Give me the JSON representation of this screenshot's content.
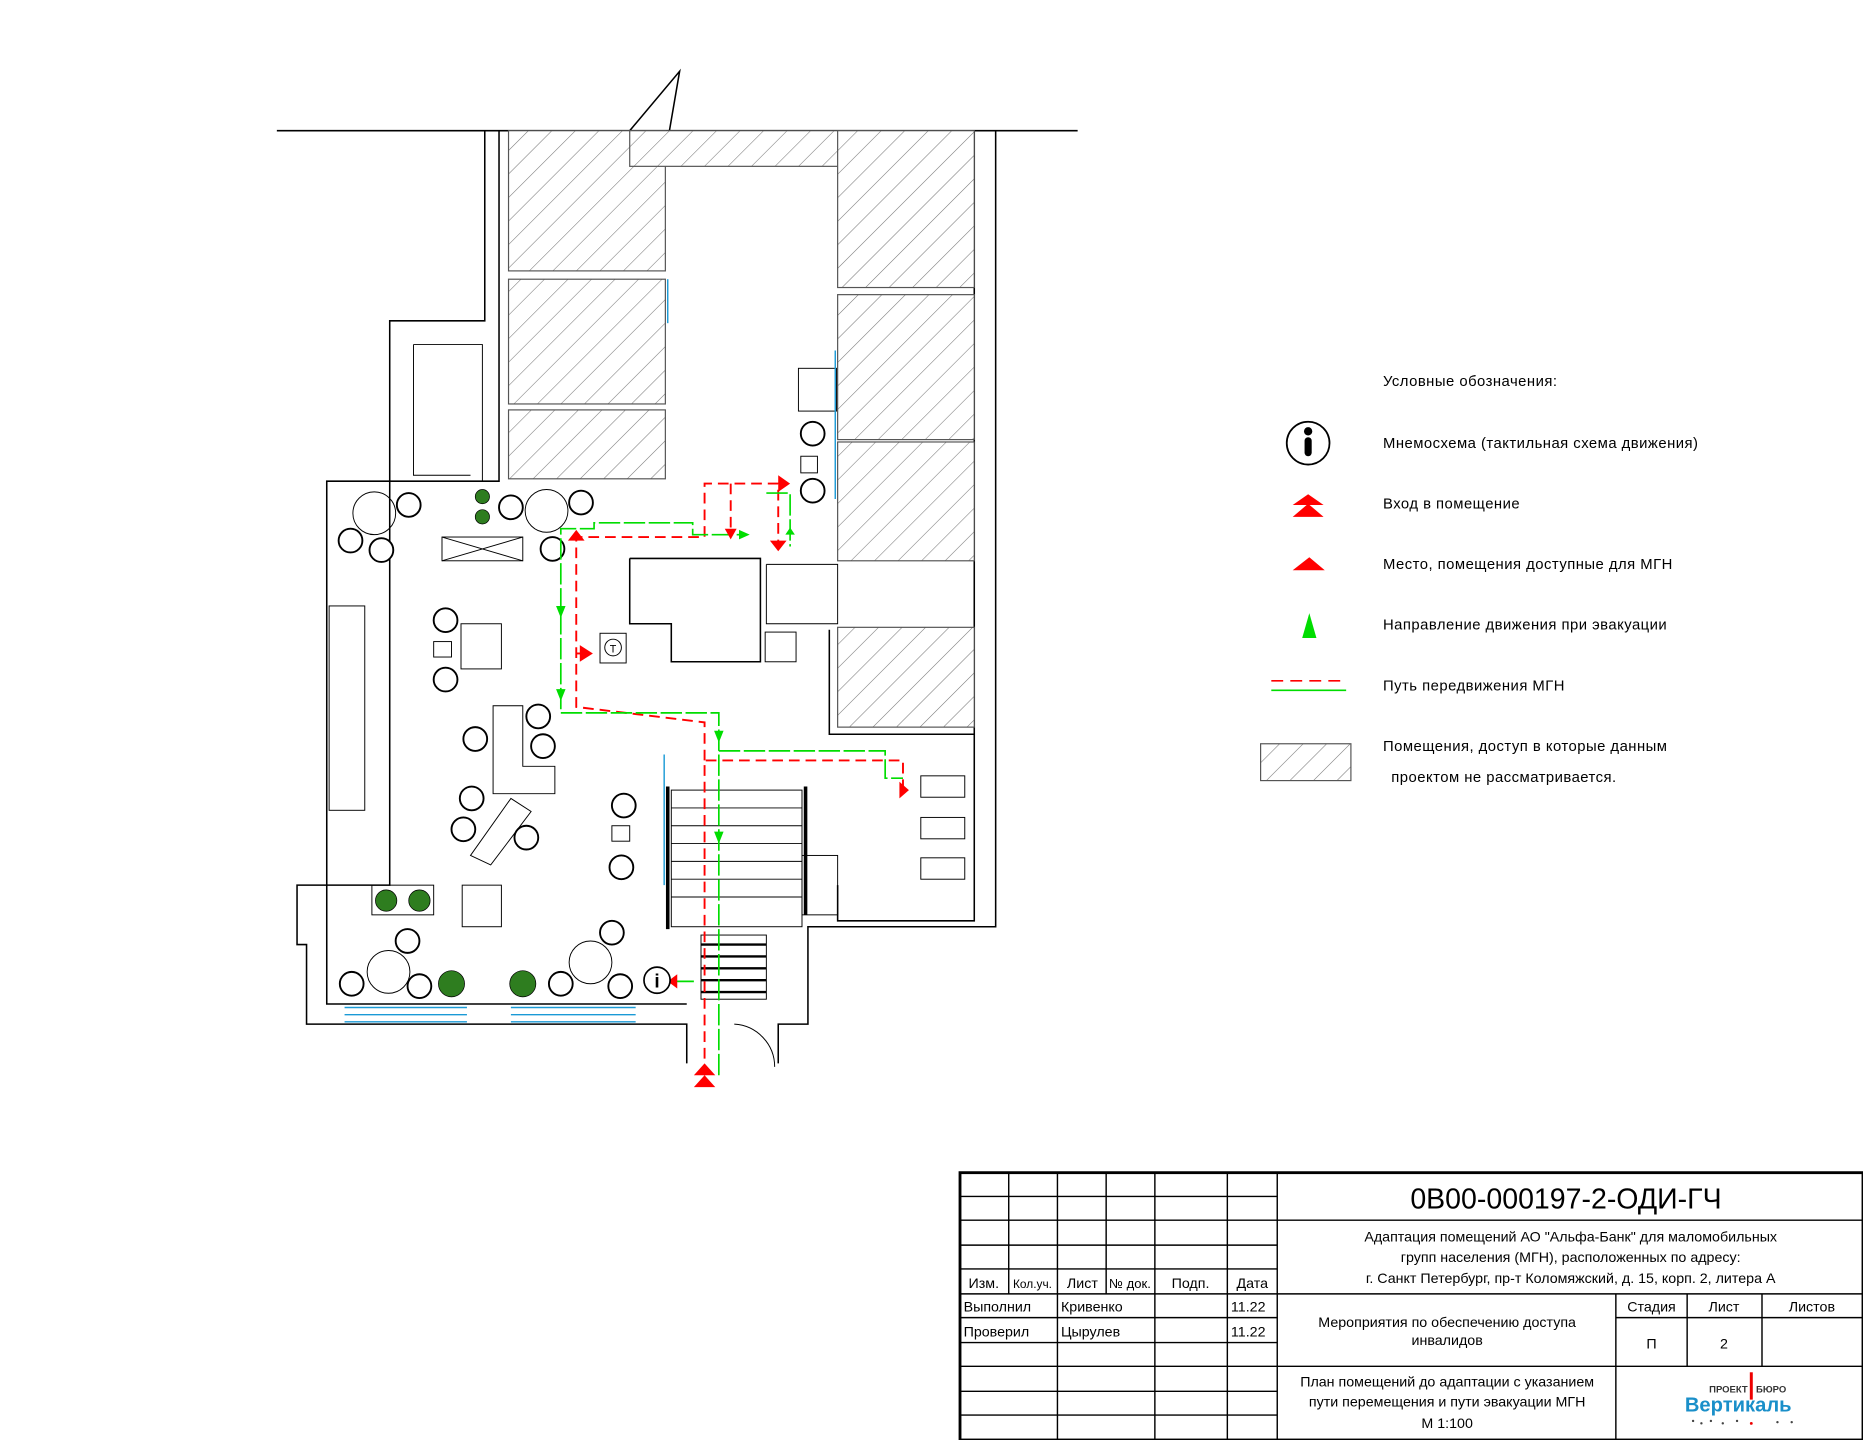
{
  "legend": {
    "title": "Условные обозначения:",
    "items": [
      {
        "icon": "info-circle-icon",
        "label": "Мнемосхема (тактильная схема движения)"
      },
      {
        "icon": "double-red-triangle-icon",
        "label": "Вход в помещение"
      },
      {
        "icon": "red-triangle-icon",
        "label": "Место, помещения доступные для МГН"
      },
      {
        "icon": "green-triangle-icon",
        "label": "Направление движения при эвакуации"
      },
      {
        "icon": "route-lines-icon",
        "label": "Путь передвижения МГН"
      },
      {
        "icon": "hatch-icon",
        "label": "Помещения, доступ в которые данным",
        "label2": "проектом не рассматривается."
      }
    ]
  },
  "colors": {
    "route_red": "#ff0000",
    "route_green": "#00dd00",
    "window_blue": "#1a9ad6",
    "logo_blue": "#1a8fc9"
  },
  "title_block": {
    "code": "0В00-000197-2-ОДИ-ГЧ",
    "project_lines": [
      "Адаптация помещений АО \"Альфа-Банк\" для маломобильных",
      "групп населения (МГН), расположенных по адресу:",
      "г. Санкт Петербург, пр-т Коломяжский, д. 15, корп. 2, литера А"
    ],
    "headers": [
      "Изм.",
      "Кол.уч.",
      "Лист",
      "№ док.",
      "Подп.",
      "Дата"
    ],
    "rows": [
      {
        "role": "Выполнил",
        "name": "Кривенко",
        "date": "11.22"
      },
      {
        "role": "Проверил",
        "name": "Цырулев",
        "date": "11.22"
      }
    ],
    "section_lines": [
      "Мероприятия по обеспечению доступа",
      "инвалидов"
    ],
    "stage_header": "Стадия",
    "sheet_header": "Лист",
    "sheets_header": "Листов",
    "stage": "П",
    "sheet": "2",
    "sheets": "",
    "drawing_lines": [
      "План помещений до адаптации с указанием",
      "пути перемещения и пути эвакуации МГН",
      "М 1:100"
    ],
    "logo": {
      "top_left": "ПРОЕКТ",
      "top_right": "БЮРО",
      "name": "Вертикаль"
    }
  },
  "plan": {
    "terminal_label": "Т",
    "info_label": "i"
  }
}
